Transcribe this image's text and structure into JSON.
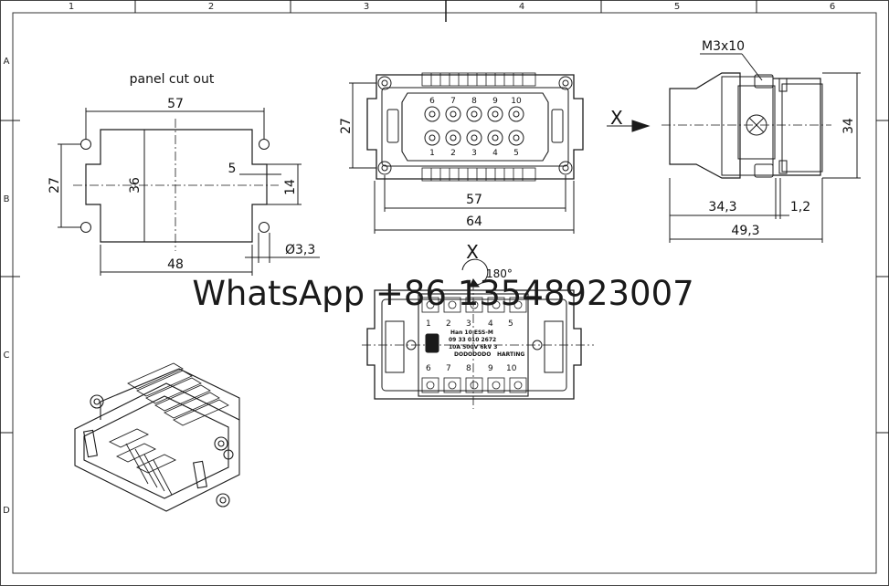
{
  "frame": {
    "columns": [
      "1",
      "2",
      "3",
      "4",
      "5",
      "6"
    ],
    "rows": [
      "A",
      "B",
      "C",
      "D"
    ]
  },
  "panel_cutout": {
    "title": "panel cut out",
    "dim_57": "57",
    "dim_27": "27",
    "dim_36": "36",
    "dim_5": "5",
    "dim_14": "14",
    "dim_48": "48",
    "dim_hole": "Ø3,3"
  },
  "front_view": {
    "top_pins": [
      "6",
      "7",
      "8",
      "9",
      "10"
    ],
    "bottom_pins": [
      "1",
      "2",
      "3",
      "4",
      "5"
    ],
    "dim_27": "27",
    "dim_57": "57",
    "dim_64": "64",
    "view_marker": "X"
  },
  "side_view": {
    "screw": "M3x10",
    "dim_34": "34",
    "dim_34_3": "34,3",
    "dim_1_2": "1,2",
    "dim_49_3": "49,3"
  },
  "rear_view": {
    "marker": "X",
    "rotation": "180°",
    "top_numbers": [
      "1",
      "2",
      "3",
      "4",
      "5"
    ],
    "bottom_numbers": [
      "6",
      "7",
      "8",
      "9",
      "10"
    ],
    "label_lines": [
      "Han 10 ESS-M",
      "09 33 010 2672",
      "10A 500V 6kV 3",
      "DODODODO",
      "HARTING"
    ]
  },
  "watermark": "WhatsApp +86 13548923007"
}
